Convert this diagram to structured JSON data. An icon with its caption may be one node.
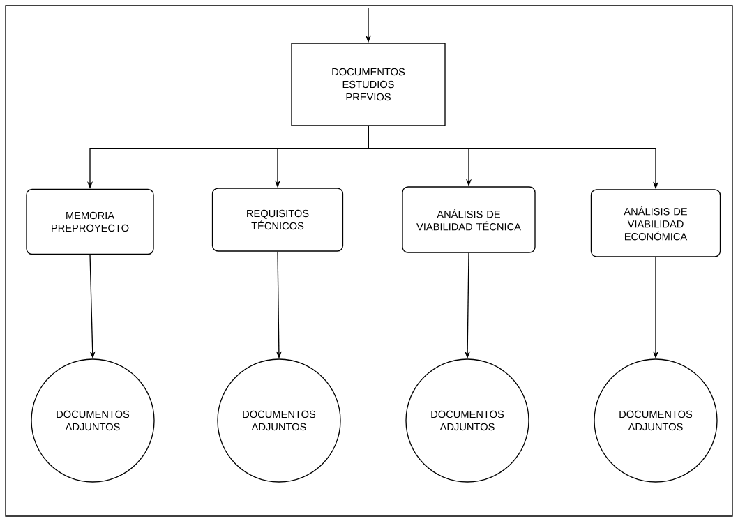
{
  "diagram": {
    "nodes": [
      {
        "text": [
          "DOCUMENTOS ESTUDIOS PREVIOS"
        ]
      },
      {
        "text": [
          "MEMORIA PREPROYECTO"
        ]
      },
      {
        "text": [
          "REQUISITOS TÉCNICOS"
        ]
      },
      {
        "text": [
          "ANÁLISIS DE VIABILIDAD TÉCNICA"
        ]
      },
      {
        "text": [
          "ANÁLISIS DE VIABILIDAD ECONÓMICA"
        ]
      },
      {
        "text": [
          "DOCUMENTOS ADJUNTOS"
        ]
      },
      {
        "text": [
          "DOCUMENTOS ADJUNTOS"
        ]
      },
      {
        "text": [
          "DOCUMENTOS ADJUNTOS"
        ]
      },
      {
        "text": [
          "DOCUMENTOS ADJUNTOS"
        ]
      }
    ],
    "edges": [
      {
        "from": null,
        "to": 0,
        "arrow": "to"
      },
      {
        "from": 0,
        "to": 1,
        "arrow": "to"
      },
      {
        "from": 0,
        "to": 2,
        "arrow": "to"
      },
      {
        "from": 0,
        "to": 3,
        "arrow": "to"
      },
      {
        "from": 0,
        "to": 4,
        "arrow": "to"
      },
      {
        "from": 1,
        "to": 5,
        "arrow": "to"
      },
      {
        "from": 2,
        "to": 6,
        "arrow": "to"
      },
      {
        "from": 3,
        "to": 7,
        "arrow": "to"
      },
      {
        "from": 4,
        "to": 8,
        "arrow": "to"
      }
    ]
  }
}
